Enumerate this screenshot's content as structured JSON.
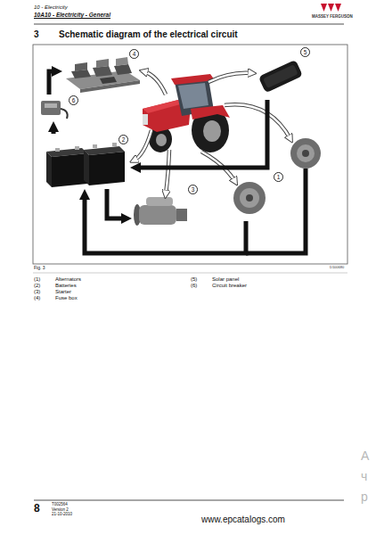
{
  "diagram": {
    "title": "Schematic diagram of the electrical circuit",
    "nodes": [
      {
        "text": [
          "4"
        ]
      },
      {
        "text": [
          "5"
        ]
      },
      {
        "text": [
          "6"
        ]
      },
      {
        "text": [
          "2"
        ]
      },
      {
        "text": [
          "1"
        ]
      },
      {
        "text": [
          "3"
        ]
      }
    ],
    "edges": [
      {
        "from": 2,
        "to": 0,
        "arrow": "to"
      },
      {
        "from": 3,
        "to": 2,
        "arrow": "to"
      },
      {
        "from": 1,
        "to": 3,
        "arrow": "to"
      },
      {
        "from": 3,
        "to": 5,
        "arrow": "to"
      },
      {
        "from": 4,
        "to": 3,
        "arrow": "to"
      }
    ],
    "labels": [
      "10 - Electricity",
      "10A10 - Electricity - General",
      "MASSEY FERGUSON",
      "3",
      "Fig. 3",
      "D100680",
      "(1)",
      "Alternators",
      "(2)",
      "Batteries",
      "(3)",
      "Starter",
      "(4)",
      "Fuse box",
      "(5)",
      "Solar panel",
      "(6)",
      "Circuit breaker",
      "8",
      "T002564",
      "Version 2",
      "21-10-2010",
      "www.epcatalogs.com",
      "А",
      "ч",
      "р"
    ]
  }
}
